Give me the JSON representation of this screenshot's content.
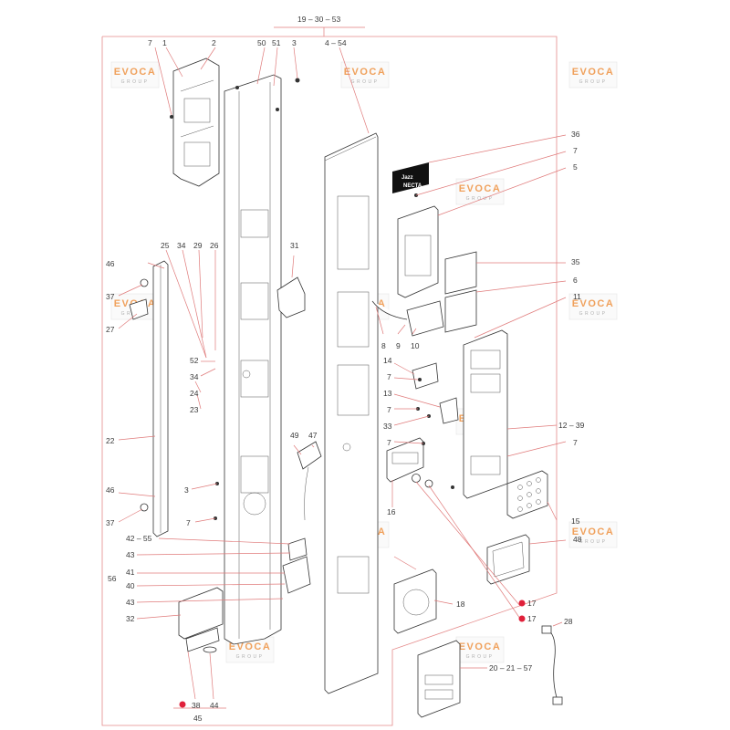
{
  "watermark": {
    "brand": "EVOCA",
    "sub": "GROUP"
  },
  "badge": {
    "line1": "Jazz",
    "line2": "NECTA"
  },
  "labels": [
    "19 – 30 – 53",
    "4 – 54",
    "7",
    "1",
    "2",
    "50",
    "51",
    "3",
    "36",
    "7",
    "5",
    "35",
    "6",
    "11",
    "31",
    "8",
    "9",
    "10",
    "25",
    "34",
    "29",
    "26",
    "46",
    "37",
    "27",
    "52",
    "34",
    "24",
    "23",
    "14",
    "7",
    "13",
    "7",
    "12 – 39",
    "33",
    "7",
    "7",
    "22",
    "49",
    "47",
    "3",
    "16",
    "46",
    "15",
    "37",
    "7",
    "42 – 55",
    "43",
    "41",
    "56",
    "40",
    "48",
    "43",
    "32",
    "18",
    "17",
    "17",
    "28",
    "20 – 21 – 57",
    "38",
    "44",
    "45"
  ]
}
